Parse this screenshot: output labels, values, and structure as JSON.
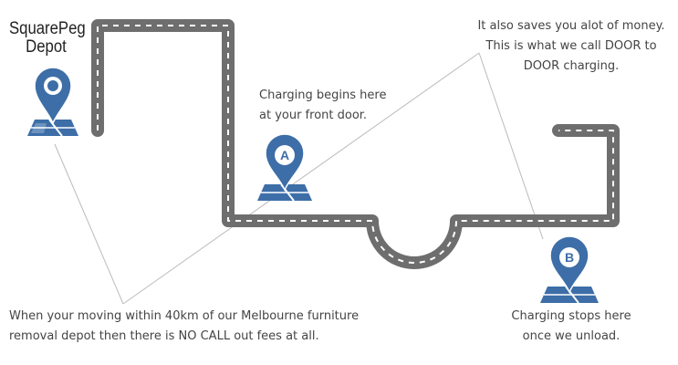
{
  "depot": {
    "name_line1": "SquarePeg",
    "name_line2": "Depot"
  },
  "markers": {
    "start": {
      "letter": "A"
    },
    "end": {
      "letter": "B"
    }
  },
  "callouts": {
    "start": {
      "line1": "Charging begins here",
      "line2": "at your front door."
    },
    "savings": {
      "line1": "It also saves you alot of money.",
      "line2": "This is what we call DOOR to",
      "line3": "DOOR charging."
    },
    "end": {
      "line1": "Charging stops here",
      "line2": "once we unload."
    },
    "depot_note": {
      "line1": "When your moving within 40km of our Melbourne furniture",
      "line2": "removal depot then there is NO CALL out fees at all."
    }
  },
  "colors": {
    "road": "#6e6e6e",
    "road_dash": "#ffffff",
    "marker": "#3d6ea8",
    "text": "#444444",
    "leader_line": "#bbbbbb"
  },
  "icons": {
    "depot": "map-pin-icon",
    "start": "map-pin-icon",
    "end": "map-pin-icon"
  }
}
